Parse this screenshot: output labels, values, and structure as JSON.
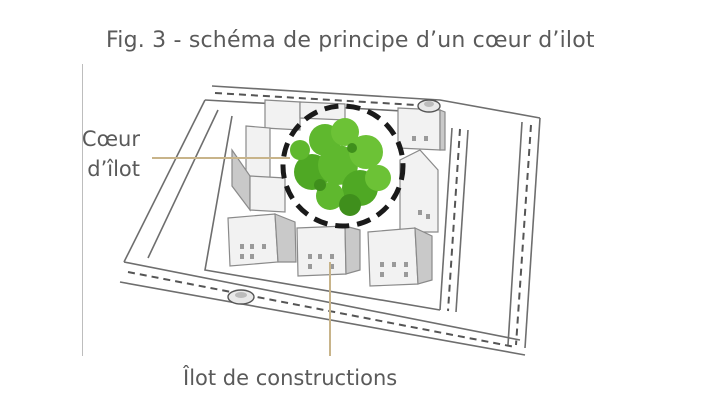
{
  "figure": {
    "title": "Fig. 3 - schéma de principe d’un cœur d’ilot"
  },
  "labels": {
    "heart_line1": "Cœur",
    "heart_line2": "d’îlot",
    "block": "Îlot de constructions"
  },
  "colors": {
    "text": "#5a5a5a",
    "leader_line": "#c8b48a",
    "road_edge": "#6e6e6e",
    "building_fill": "#f2f2f2",
    "building_shadow": "#c9c9c9",
    "tree_green": "#5fb82e",
    "tree_dark": "#3f8f1c",
    "dashed_circle": "#1a1a1a"
  }
}
